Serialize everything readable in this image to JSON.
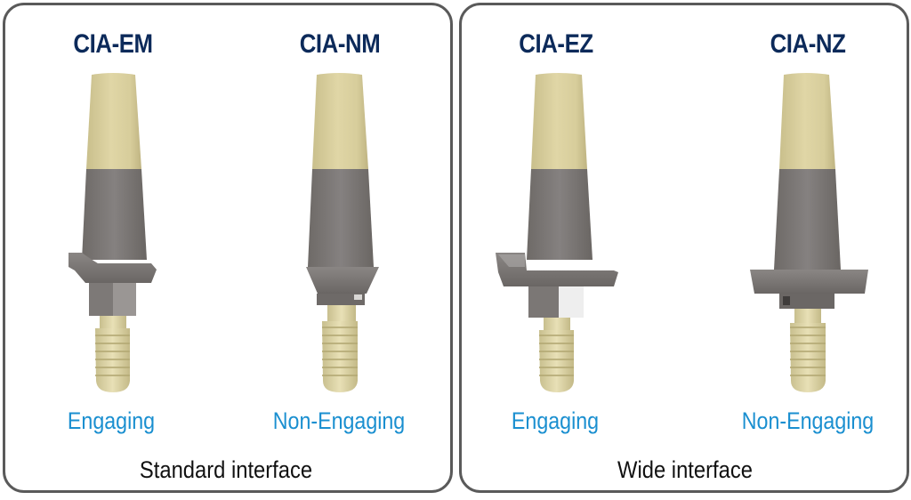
{
  "panels": [
    {
      "interface": "Standard interface",
      "items": [
        {
          "model": "CIA-EM",
          "type": "Engaging"
        },
        {
          "model": "CIA-NM",
          "type": "Non-Engaging"
        }
      ]
    },
    {
      "interface": "Wide interface",
      "items": [
        {
          "model": "CIA-EZ",
          "type": "Engaging"
        },
        {
          "model": "CIA-NZ",
          "type": "Non-Engaging"
        }
      ]
    }
  ],
  "colors": {
    "border": "#5a5a5a",
    "model_title": "#0c2a5a",
    "type_label": "#1a8fd0",
    "interface_label": "#111111",
    "cap_tan": "#d9cf9f",
    "body_gray": "#7b7774",
    "thread_tan": "#e0d7a8"
  }
}
